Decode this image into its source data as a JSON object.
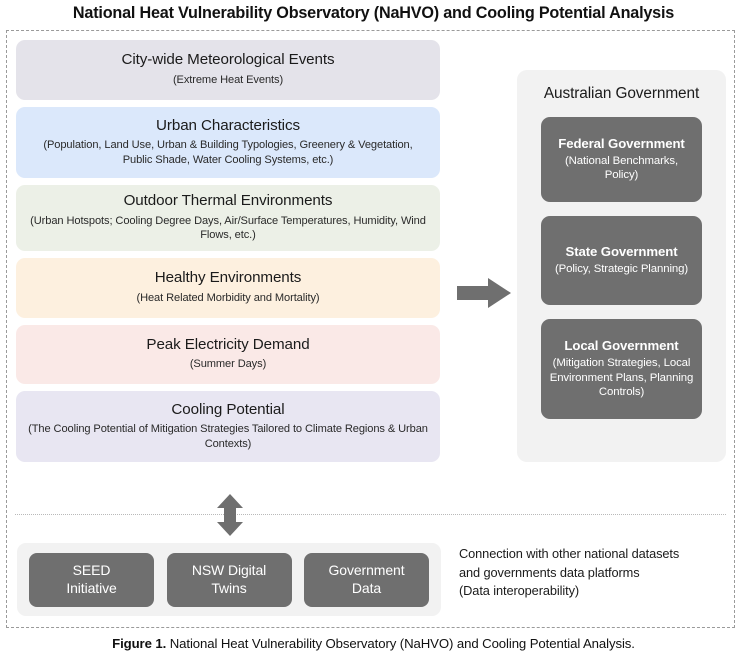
{
  "figure": {
    "title": "National Heat Vulnerability Observatory (NaHVO) and Cooling Potential Analysis",
    "caption_label": "Figure 1.",
    "caption_text": " National Heat Vulnerability Observatory (NaHVO) and Cooling Potential Analysis."
  },
  "themes": [
    {
      "title": "City-wide Meteorological Events",
      "subtitle": "(Extreme Heat Events)",
      "color": "#e4e3ea"
    },
    {
      "title": "Urban Characteristics",
      "subtitle": "(Population, Land Use, Urban & Building Typologies, Greenery & Vegetation, Public Shade, Water Cooling Systems, etc.)",
      "color": "#dbe8fb"
    },
    {
      "title": "Outdoor Thermal Environments",
      "subtitle": "(Urban Hotspots; Cooling Degree Days, Air/Surface Temperatures, Humidity, Wind Flows, etc.)",
      "color": "#ecf0e7"
    },
    {
      "title": "Healthy Environments",
      "subtitle": "(Heat Related Morbidity and Mortality)",
      "color": "#fdf0df"
    },
    {
      "title": "Peak Electricity Demand",
      "subtitle": "(Summer Days)",
      "color": "#fae9e7"
    },
    {
      "title": "Cooling Potential",
      "subtitle": "(The Cooling Potential of Mitigation Strategies Tailored to Climate Regions & Urban Contexts)",
      "color": "#e8e6f2"
    }
  ],
  "government": {
    "panel_title": "Australian Government",
    "panel_color": "#f2f2f2",
    "card_color": "#6f6f6f",
    "levels": [
      {
        "title": "Federal Government",
        "subtitle": "(National Benchmarks, Policy)"
      },
      {
        "title": "State Government",
        "subtitle": "(Policy, Strategic Planning)"
      },
      {
        "title": "Local Government",
        "subtitle": "(Mitigation Strategies, Local Environment Plans, Planning Controls)"
      }
    ]
  },
  "datasets": {
    "panel_color": "#f2f2f2",
    "card_color": "#6f6f6f",
    "items": [
      {
        "label": "SEED\nInitiative"
      },
      {
        "label": "NSW Digital\nTwins"
      },
      {
        "label": "Government\nData"
      }
    ],
    "note_line1": "Connection with other national datasets",
    "note_line2": "and governments data platforms",
    "note_line3": "(Data interoperability)"
  },
  "connectors": {
    "arrow_color": "#6f6f6f",
    "horizontal_arrow": "arrow-right-icon",
    "vertical_arrow": "arrow-up-down-icon",
    "separator": "dotted-divider"
  }
}
